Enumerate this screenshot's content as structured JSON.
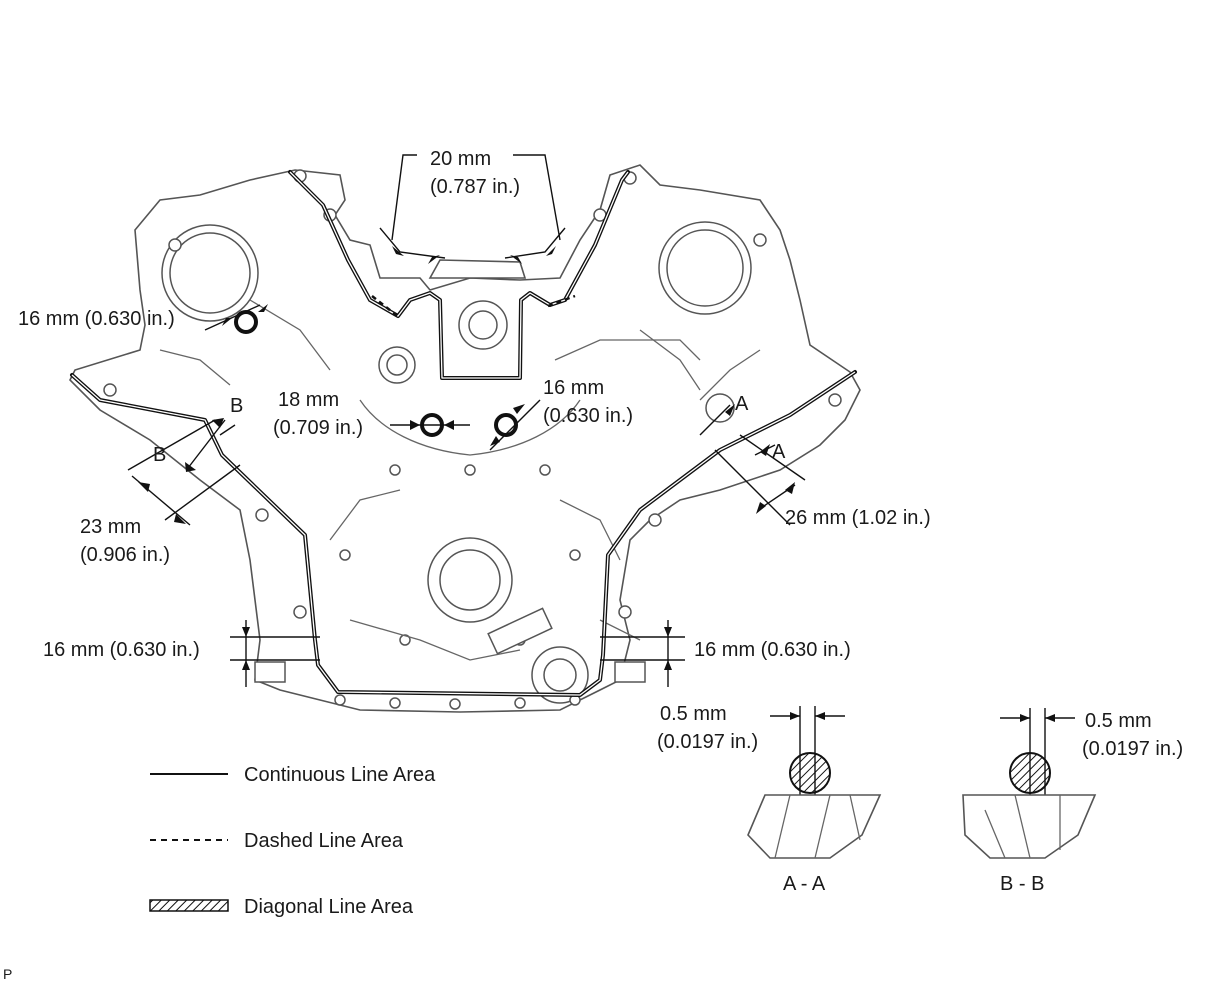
{
  "labels": {
    "top_center_mm": "20 mm",
    "top_center_in": "(0.787 in.)",
    "upper_left": "16 mm (0.630 in.)",
    "mid_left_mm": "18 mm",
    "mid_left_in": "(0.709 in.)",
    "mid_right_mm": "16 mm",
    "mid_right_in": "(0.630 in.)",
    "left_mm": "23 mm",
    "left_in": "(0.906 in.)",
    "right": "26 mm (1.02 in.)",
    "bottom_left": "16 mm (0.630 in.)",
    "bottom_right": "16 mm (0.630 in.)",
    "section_a": "A",
    "section_b": "B"
  },
  "sections": {
    "aa_mm": "0.5 mm",
    "aa_in": "(0.0197 in.)",
    "aa_label": "A - A",
    "bb_mm": "0.5 mm",
    "bb_in": "(0.0197 in.)",
    "bb_label": "B - B"
  },
  "legend": {
    "continuous": "Continuous Line Area",
    "dashed": "Dashed Line Area",
    "diagonal": "Diagonal Line Area"
  },
  "footer": {
    "mark": "P"
  }
}
